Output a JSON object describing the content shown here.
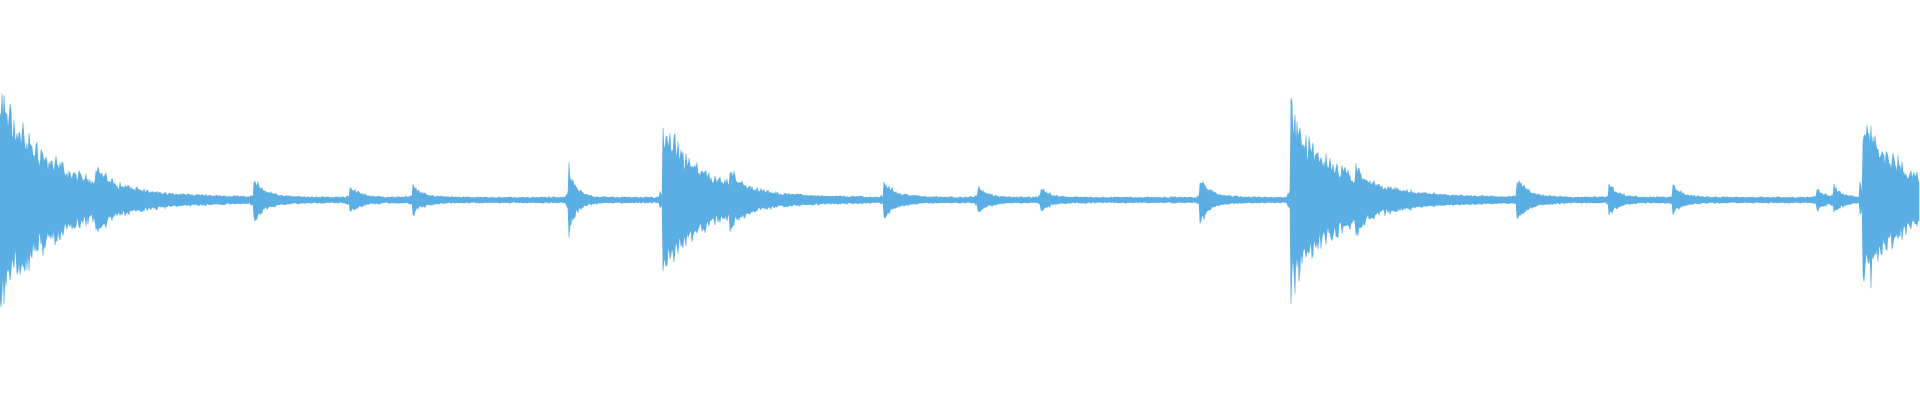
{
  "waveform": {
    "color": "#5aaee3",
    "background": "#ffffff",
    "baseline_amplitude": 0.012,
    "noise_amplitude": 0.006,
    "transients": [
      {
        "time": 0.0,
        "amplitude": 0.62,
        "decay": 0.028
      },
      {
        "time": 0.05,
        "amplitude": 0.12,
        "decay": 0.006
      },
      {
        "time": 0.132,
        "amplitude": 0.12,
        "decay": 0.006
      },
      {
        "time": 0.182,
        "amplitude": 0.08,
        "decay": 0.005
      },
      {
        "time": 0.215,
        "amplitude": 0.08,
        "decay": 0.005
      },
      {
        "time": 0.296,
        "amplitude": 0.2,
        "decay": 0.004
      },
      {
        "time": 0.345,
        "amplitude": 0.45,
        "decay": 0.022
      },
      {
        "time": 0.38,
        "amplitude": 0.1,
        "decay": 0.005
      },
      {
        "time": 0.46,
        "amplitude": 0.12,
        "decay": 0.006
      },
      {
        "time": 0.509,
        "amplitude": 0.08,
        "decay": 0.005
      },
      {
        "time": 0.542,
        "amplitude": 0.07,
        "decay": 0.004
      },
      {
        "time": 0.625,
        "amplitude": 0.12,
        "decay": 0.006
      },
      {
        "time": 0.672,
        "amplitude": 0.52,
        "decay": 0.024
      },
      {
        "time": 0.706,
        "amplitude": 0.08,
        "decay": 0.005
      },
      {
        "time": 0.79,
        "amplitude": 0.12,
        "decay": 0.006
      },
      {
        "time": 0.838,
        "amplitude": 0.08,
        "decay": 0.005
      },
      {
        "time": 0.871,
        "amplitude": 0.08,
        "decay": 0.005
      },
      {
        "time": 0.946,
        "amplitude": 0.06,
        "decay": 0.004
      },
      {
        "time": 0.955,
        "amplitude": 0.08,
        "decay": 0.004
      },
      {
        "time": 0.97,
        "amplitude": 0.55,
        "decay": 0.02
      }
    ]
  }
}
